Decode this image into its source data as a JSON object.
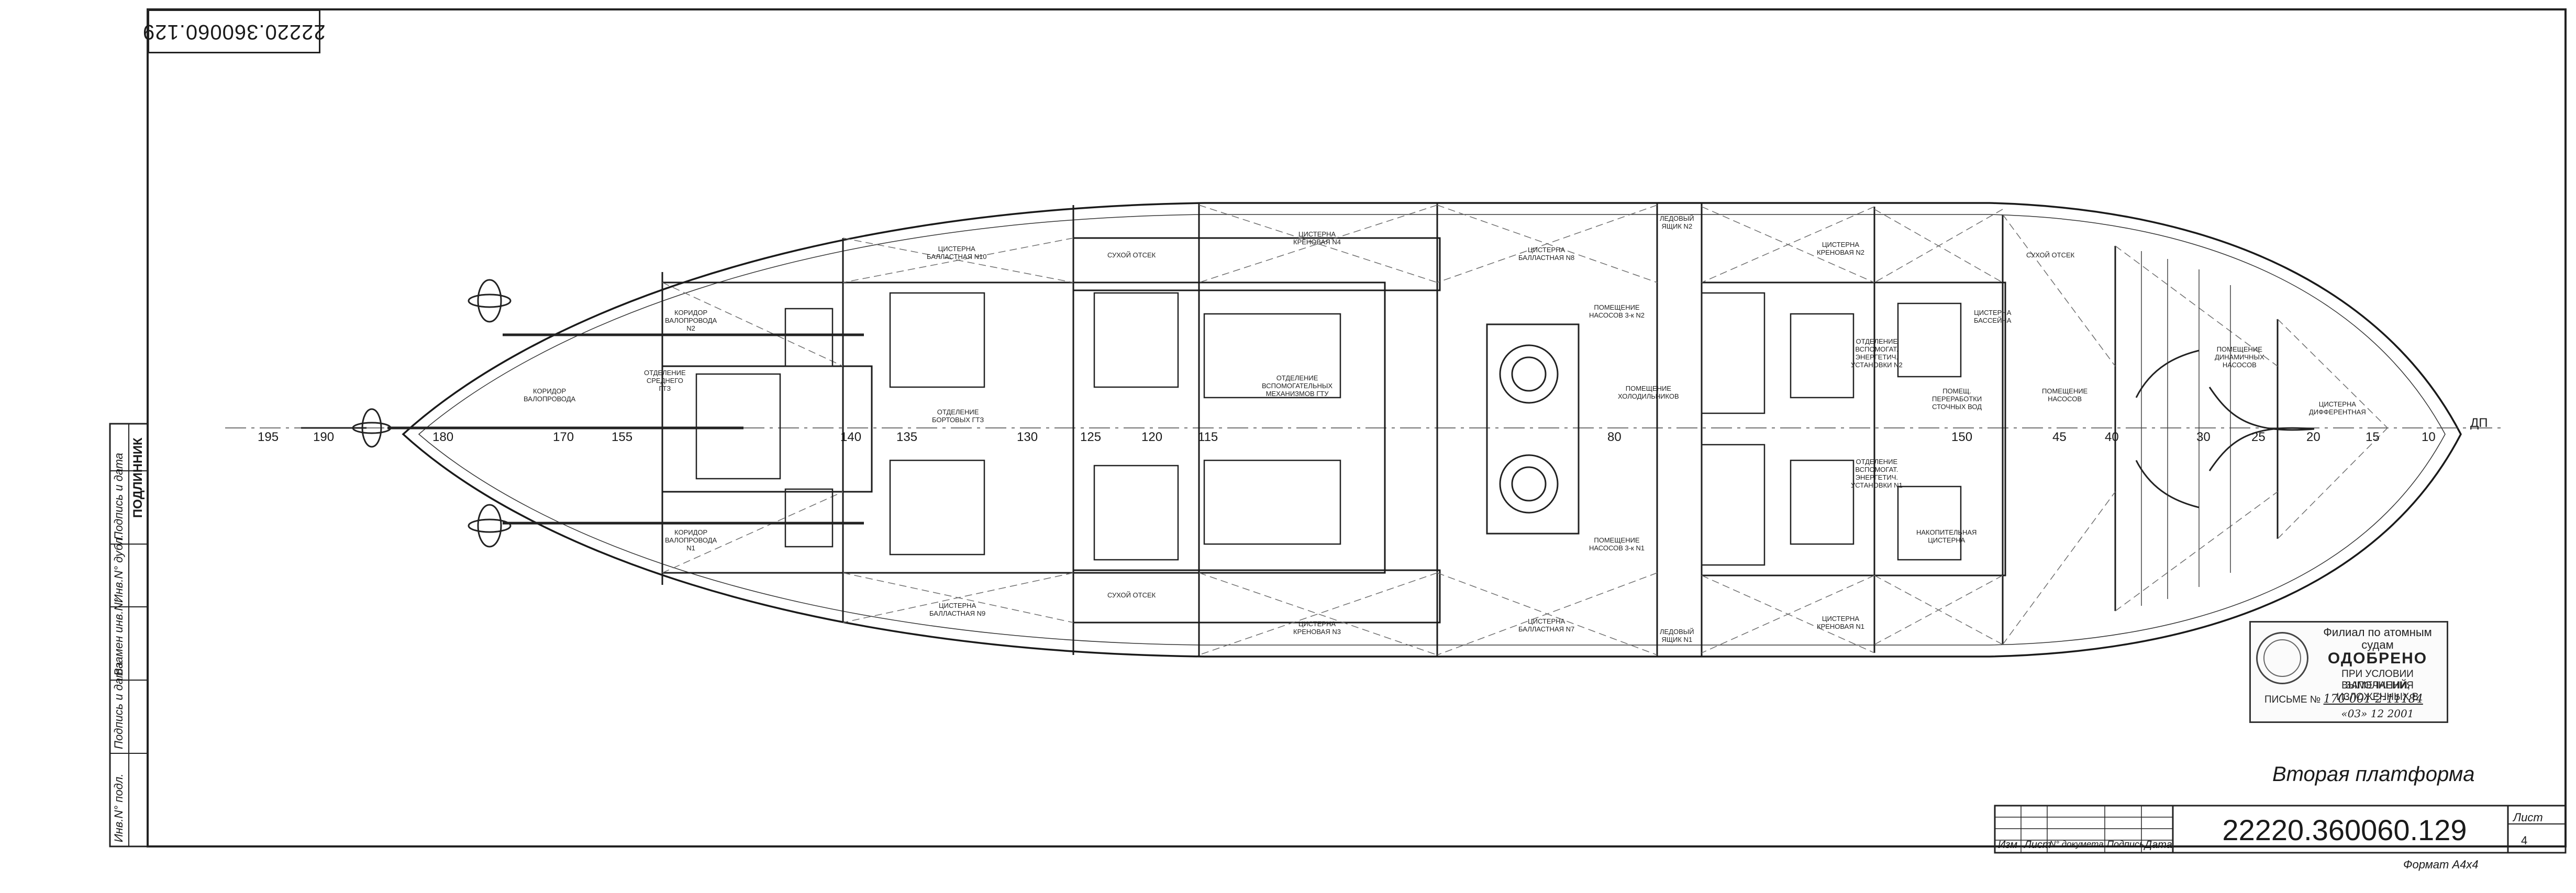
{
  "drawing": {
    "doc_number": "22220.360060.129",
    "doc_number_rotated": "22220.360060.129",
    "sheet_title": "Вторая платформа",
    "sheet_label": "Лист",
    "sheet_number": "4",
    "format_label": "Формат  А4х4",
    "title_block_headers": [
      "Изм",
      "Лист",
      "N° докумета",
      "Подпись",
      "Дата"
    ],
    "side_columns": [
      "Инв.N° подл.",
      "Подпись и дата",
      "Взамен инв.N°",
      "Инв.N° дубл.",
      "Подпись и дата"
    ],
    "side_stamp": "ПОДЛИННИК"
  },
  "approval_stamp": {
    "line1": "Филиал по атомным",
    "line2": "судам",
    "title": "ОДОБРЕНО",
    "line3": "ПРИ УСЛОВИИ ВЫПОЛНЕНИЯ",
    "line4": "ЗАМЕЧАНИЙ, ИЗЛОЖЕННЫХ В",
    "letter_label": "ПИСЬМЕ №",
    "letter_value": "170-001-2-11184",
    "date_value": "«03» 12  2001"
  },
  "frames": [
    "195",
    "190",
    "180",
    "170",
    "155",
    "140",
    "135",
    "130",
    "125",
    "120",
    "115",
    "80",
    "150",
    "45",
    "40",
    "30",
    "25",
    "20",
    "15",
    "10",
    "ДП"
  ],
  "rooms": [
    {
      "key": "corr2",
      "text": "КОРИДОР\nВАЛОПРОВОДА\nN2"
    },
    {
      "key": "corr1",
      "text": "КОРИДОР\nВАЛОПРОВОДА\nN1"
    },
    {
      "key": "corr_mid",
      "text": "КОРИДОР\nВАЛОПРОВОДА"
    },
    {
      "key": "sred_gtz",
      "text": "ОТДЕЛЕНИЕ\nСРЕДНЕГО\nГТЗ"
    },
    {
      "key": "bort_gtz",
      "text": "ОТДЕЛЕНИЕ\nБОРТОВЫХ ГТЗ"
    },
    {
      "key": "ball10",
      "text": "ЦИСТЕРНА\nБАЛЛАСТНАЯ N10"
    },
    {
      "key": "ball9",
      "text": "ЦИСТЕРНА\nБАЛЛАСТНАЯ N9"
    },
    {
      "key": "suhoi1",
      "text": "СУХОЙ ОТСЕК"
    },
    {
      "key": "suhoi2",
      "text": "СУХОЙ ОТСЕК"
    },
    {
      "key": "kren4",
      "text": "ЦИСТЕРНА\nКРЕНОВАЯ N4"
    },
    {
      "key": "kren3",
      "text": "ЦИСТЕРНА\nКРЕНОВАЯ N3"
    },
    {
      "key": "vspom",
      "text": "ОТДЕЛЕНИЕ\nВСПОМОГАТЕЛЬНЫХ\nМЕХАНИЗМОВ ГТУ"
    },
    {
      "key": "ball8",
      "text": "ЦИСТЕРНА\nБАЛЛАСТНАЯ N8"
    },
    {
      "key": "ball7",
      "text": "ЦИСТЕРНА\nБАЛЛАСТНАЯ N7"
    },
    {
      "key": "pom_nas2",
      "text": "ПОМЕЩЕНИЕ\nНАСОСОВ 3-к N2"
    },
    {
      "key": "pom_nas1",
      "text": "ПОМЕЩЕНИЕ\nНАСОСОВ 3-к N1"
    },
    {
      "key": "holod",
      "text": "ПОМЕЩЕНИЕ\nХОЛОДИЛЬНИКОВ"
    },
    {
      "key": "kren2",
      "text": "ЦИСТЕРНА\nКРЕНОВАЯ N2"
    },
    {
      "key": "kren1",
      "text": "ЦИСТЕРНА\nКРЕНОВАЯ N1"
    },
    {
      "key": "ust2",
      "text": "ОТДЕЛЕНИЕ\nВСПОМОГАТ.\nЭНЕРГЕТИЧ.\nУСТАНОВКИ N2"
    },
    {
      "key": "ust1",
      "text": "ОТДЕЛЕНИЕ\nВСПОМОГАТ.\nЭНЕРГЕТИЧ.\nУСТАНОВКИ N1"
    },
    {
      "key": "pererab",
      "text": "ПОМЕЩ.\nПЕРЕРАБОТКИ\nСТОЧНЫХ ВОД"
    },
    {
      "key": "nakop",
      "text": "НАКОПИТЕЛЬНАЯ\nЦИСТЕРНА"
    },
    {
      "key": "bassein",
      "text": "ЦИСТЕРНА\nБАССЕЙНА"
    },
    {
      "key": "pom_nas",
      "text": "ПОМЕЩЕНИЕ\nНАСОСОВ"
    },
    {
      "key": "dinamo",
      "text": "ПОМЕЩЕНИЕ\nДИНАМИЧНЫХ\nНАСОСОВ"
    },
    {
      "key": "cist_din",
      "text": "ЦИСТЕРНА\nДИФФЕРЕНТНАЯ"
    },
    {
      "key": "suhoi3",
      "text": "СУХОЙ ОТСЕК"
    },
    {
      "key": "led1",
      "text": "ЛЕДОВЫЙ\nЯЩИК N1"
    },
    {
      "key": "led2",
      "text": "ЛЕДОВЫЙ\nЯЩИК N2"
    }
  ],
  "colors": {
    "ink": "#1a1a1a",
    "paper": "#ffffff",
    "grid": "#555555",
    "dash": "#6d6d6d"
  }
}
